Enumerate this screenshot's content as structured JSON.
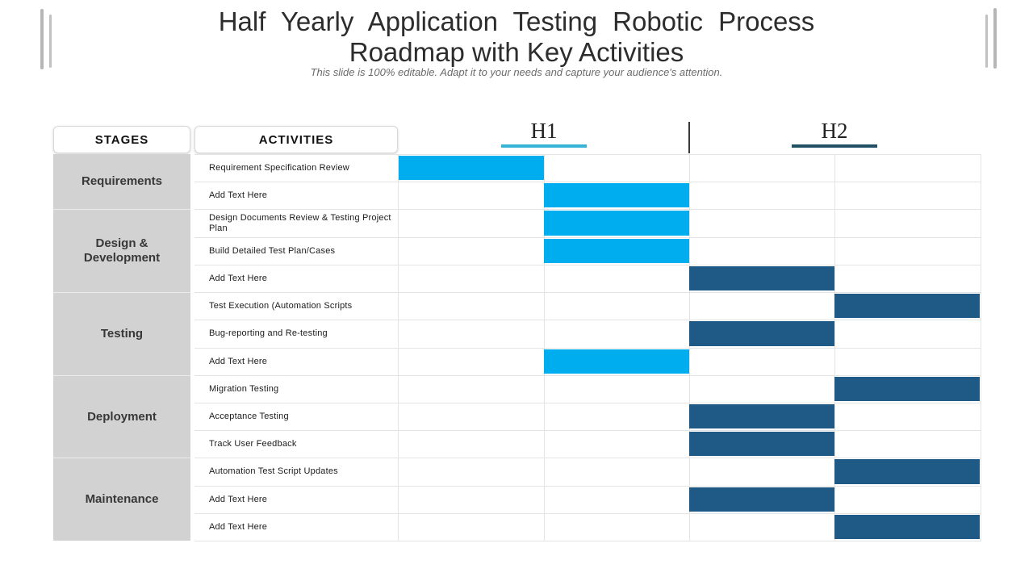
{
  "slide": {
    "title_line1": "Half Yearly Application Testing Robotic Process",
    "title_line2": "Roadmap with Key Activities",
    "subtitle": "This slide is 100% editable. Adapt it to your needs and capture your audience's attention."
  },
  "table": {
    "stages_header": "STAGES",
    "activities_header": "ACTIVITIES",
    "periods": [
      {
        "label": "H1",
        "underline_color": "#35B4D8"
      },
      {
        "label": "H2",
        "underline_color": "#214F63"
      }
    ],
    "stages": [
      {
        "label": "Requirements",
        "row_span": 2
      },
      {
        "label": "Design & Development",
        "row_span": 3
      },
      {
        "label": "Testing",
        "row_span": 3
      },
      {
        "label": "Deployment",
        "row_span": 3
      },
      {
        "label": "Maintenance",
        "row_span": 3
      }
    ]
  },
  "colors": {
    "h1_bar": "#00AEEF",
    "h2_bar": "#1F5A87",
    "h1_underline": "#35B4D8",
    "h2_underline": "#214F63",
    "stage_column_bg": "#D2D2D2",
    "grid_line": "#E4E4E4"
  },
  "chart_data": {
    "type": "bar",
    "variant": "gantt",
    "title": "Half Yearly Application Testing Robotic Process Roadmap with Key Activities",
    "x_axis": {
      "period_labels": [
        "H1",
        "H2"
      ],
      "subcolumns_per_period": 2,
      "total_subcolumns": 4,
      "subcolumn_tick_labels_visible": false
    },
    "legend": "none",
    "grid": true,
    "rows": [
      {
        "stage": "Requirements",
        "activity": "Requirement Specification Review",
        "col": 1,
        "period": "H1"
      },
      {
        "stage": "Requirements",
        "activity": "Add Text Here",
        "col": 2,
        "period": "H1"
      },
      {
        "stage": "Design & Development",
        "activity": "Design Documents Review & Testing Project Plan",
        "col": 2,
        "period": "H1"
      },
      {
        "stage": "Design & Development",
        "activity": "Build Detailed Test Plan/Cases",
        "col": 2,
        "period": "H1"
      },
      {
        "stage": "Design & Development",
        "activity": "Add Text Here",
        "col": 3,
        "period": "H2"
      },
      {
        "stage": "Testing",
        "activity": "Test Execution (Automation Scripts",
        "col": 4,
        "period": "H2"
      },
      {
        "stage": "Testing",
        "activity": "Bug-reporting and Re-testing",
        "col": 3,
        "period": "H2"
      },
      {
        "stage": "Testing",
        "activity": "Add Text Here",
        "col": 2,
        "period": "H1"
      },
      {
        "stage": "Deployment",
        "activity": "Migration Testing",
        "col": 4,
        "period": "H2"
      },
      {
        "stage": "Deployment",
        "activity": "Acceptance Testing",
        "col": 3,
        "period": "H2"
      },
      {
        "stage": "Deployment",
        "activity": "Track User Feedback",
        "col": 3,
        "period": "H2"
      },
      {
        "stage": "Maintenance",
        "activity": "Automation Test Script Updates",
        "col": 4,
        "period": "H2"
      },
      {
        "stage": "Maintenance",
        "activity": "Add Text Here",
        "col": 3,
        "period": "H2"
      },
      {
        "stage": "Maintenance",
        "activity": "Add Text Here",
        "col": 4,
        "period": "H2"
      }
    ]
  }
}
